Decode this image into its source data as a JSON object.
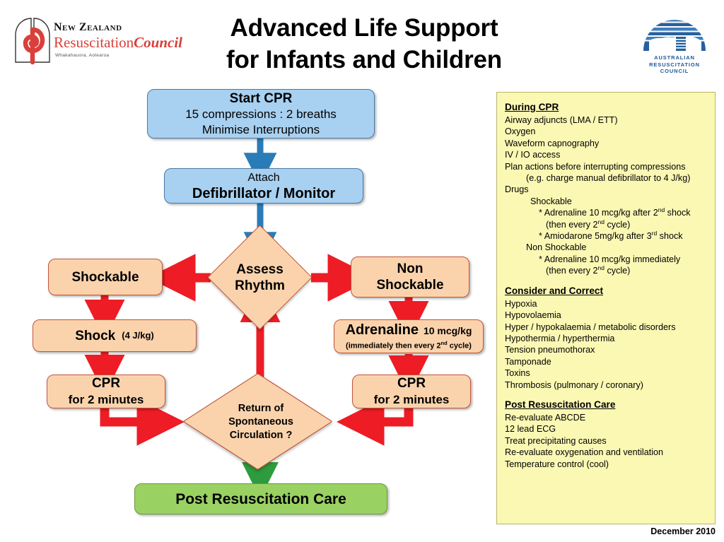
{
  "title": {
    "line1": "Advanced Life Support",
    "line2": "for Infants and Children"
  },
  "logos": {
    "nz": {
      "line1": "New Zealand",
      "line2_a": "Resuscitation",
      "line2_b": "Council",
      "line3": "Whakahauora, Aotearoa"
    },
    "au": {
      "line1": "AUSTRALIAN",
      "line2": "RESUSCITATION",
      "line3": "COUNCIL"
    }
  },
  "flowchart": {
    "start_cpr": {
      "title": "Start CPR",
      "line2": "15 compressions : 2 breaths",
      "line3": "Minimise Interruptions"
    },
    "attach": {
      "line1": "Attach",
      "line2": "Defibrillator / Monitor"
    },
    "assess": {
      "line1": "Assess",
      "line2": "Rhythm"
    },
    "shockable": {
      "label": "Shockable"
    },
    "non_shockable": {
      "line1": "Non",
      "line2": "Shockable"
    },
    "shock": {
      "label": "Shock",
      "dose": "(4 J/kg)"
    },
    "adrenaline": {
      "label": "Adrenaline",
      "dose": "10 mcg/kg",
      "note": "(immediately then every 2",
      "note_sup": "nd",
      "note_end": " cycle)"
    },
    "cpr_left": {
      "line1": "CPR",
      "line2": "for 2 minutes"
    },
    "cpr_right": {
      "line1": "CPR",
      "line2": "for 2 minutes"
    },
    "rosc": {
      "line1": "Return of",
      "line2": "Spontaneous",
      "line3": "Circulation ?"
    },
    "post_care": {
      "label": "Post Resuscitation Care"
    }
  },
  "panel": {
    "during_cpr": {
      "heading": "During CPR",
      "items": [
        "Airway adjuncts (LMA / ETT)",
        "Oxygen",
        "Waveform capnography",
        "IV / IO access",
        "Plan actions before interrupting compressions",
        "(e.g. charge manual defibrillator to 4 J/kg)",
        "Drugs",
        "Shockable",
        "* Adrenaline 10 mcg/kg after 2",
        "(then every 2",
        "* Amiodarone 5mg/kg after 3",
        "Non Shockable",
        "* Adrenaline 10 mcg/kg immediately",
        "(then every 2"
      ],
      "sup_nd": "nd",
      "sup_rd": "rd",
      "after_shock": " shock",
      "cycle_end": " cycle)"
    },
    "consider": {
      "heading": "Consider and Correct",
      "items": [
        "Hypoxia",
        "Hypovolaemia",
        "Hyper / hypokalaemia / metabolic disorders",
        "Hypothermia / hyperthermia",
        "Tension pneumothorax",
        "Tamponade",
        "Toxins",
        "Thrombosis (pulmonary / coronary)"
      ]
    },
    "post_resus": {
      "heading": "Post Resuscitation Care",
      "items": [
        "Re-evaluate ABCDE",
        "12 lead ECG",
        "Treat precipitating causes",
        "Re-evaluate oxygenation and ventilation",
        "Temperature control (cool)"
      ]
    }
  },
  "footer": {
    "date": "December 2010"
  },
  "colors": {
    "blue_node": "#a8d0f0",
    "peach_node": "#fad3ac",
    "green_node": "#9ad163",
    "yellow_panel": "#fbf8b4",
    "red_arrow": "#ee1c25",
    "blue_arrow": "#2a7cb8",
    "green_arrow": "#2e9b3e",
    "nz_red": "#d9403c",
    "au_blue": "#1d5a96"
  }
}
